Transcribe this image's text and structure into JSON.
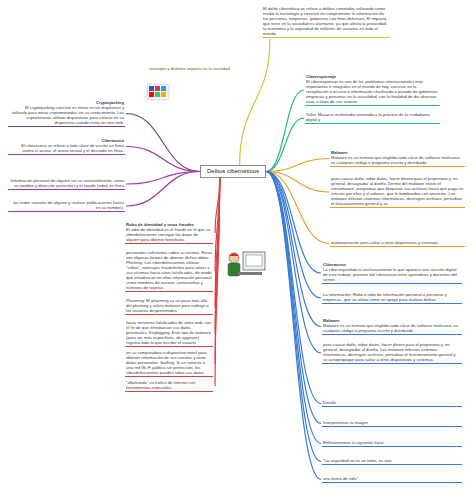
{
  "diagram": {
    "nodes": [
      {
        "text": [
          "Delitos cibernéticos"
        ]
      },
      {
        "text": [
          "El delito cibernético se refiere a delitos cometidos utilizando como medio la tecnología y consiste en comprometer la información de las personas, empresas, gobiernos con fines delictivos. El impacto que tiene en la sociedad es alarmante, ya que afecta la privacidad, la economía y la seguridad de millones de usuarios en todo el mundo."
        ]
      },
      {
        "text": [
          "Ciberespionaje",
          "El ciberespionaje es uno de los problemas internacionales más importantes e integrales en el mundo de hoy, consiste en la recopilación o acceso a información clasificada o privada de gobiernos, empresas y personas en la actualidad, con la finalidad de dar diversos usos a favor de sus autores."
        ]
      },
      {
        "text": [
          "Tallin: Masacre multimedia orientada a la práctica de la ciudadanía digital y"
        ]
      },
      {
        "text": [
          "Malware",
          "Malware es un término que engloba toda clase de software malicioso, es cualquier código o programa escrito y distribuido"
        ]
      },
      {
        "text": [
          "para causar daño, robar datos, hacer dinero para el propietario y, en general, desagradar al dueño. Dentro del malware existe el ransomware, programas que bloquean sus archivos hasta que paga un rescate por ellos y el adware, que le bombardea con anuncios. Los malware infectan sistemas informáticos, destruyen archivos, perturban el funcionamiento general y se"
        ]
      },
      {
        "text": [
          "automatización para saltar a otros dispositivos y sistemas."
        ]
      },
      {
        "text": [
          "Ciberacoso",
          "La ciberseguridad es exclusivamente lo que aparece una sección digital de este trabajo, prevenir del ciberacoso entre aprendices y docentes del centro."
        ]
      },
      {
        "text": [
          "La información: Robo o robo de información personal a personas y empresas, que se utiliza como un apoyo para realizar delitos."
        ]
      },
      {
        "text": [
          "Malware",
          "Malware es un término que engloba toda clase de software malicioso, es cualquier código o programa escrito y distribuido"
        ]
      },
      {
        "text": [
          "para causar daño, robar datos, hacer dinero para el propietario y, en general, desagradar al dueño. Los malware infectan sistemas informáticos, destruyen archivos, perturban el funcionamiento general y se autopropagan para saltar a otros dispositivos y sistemas."
        ]
      },
      {
        "text": [
          "Detalle."
        ]
      },
      {
        "text": [
          "Interpretemos la imagen"
        ]
      },
      {
        "text": [
          "Reflexionemos la siguiente frase"
        ]
      },
      {
        "text": [
          "“La seguridad no es un tema, es una"
        ]
      },
      {
        "text": [
          "una forma de vida”"
        ]
      },
      {
        "text": [
          "Cryptojacking",
          "El cryptojacking consiste en minar en un dispositivo y utilizarlo para minar criptomonedas sin su conocimiento. Los criptomineros utilizan dispositivos para colarse en su dispositivo cuando visita un sitio web."
        ]
      },
      {
        "text": [
          "Ciberacoso",
          "El ciberacoso se refiere a toda clase de acción en línea contra el acoso, el acoso sexual y el desnudo en línea."
        ]
      },
      {
        "text": [
          "Información personal de alguien sin su consentimiento, como su nombre y dirección particular) y el fraude (robo) en línea"
        ]
      },
      {
        "text": [
          "las redes sociales de alguien y realizar publicaciones falsas en su nombre)."
        ]
      },
      {
        "text": [
          "Robo de identidad y otros fraudes",
          "El robo de identidad es el fraude en el que un ciberdelincuente consigue los datos de alguien para obtener beneficios."
        ]
      },
      {
        "text": [
          "personales suficientes sobre su víctima. Estas son algunas formas de obtener dichos datos: Phishing. Los ciberdelincuentes utilizan “cebos”, mensajes fraudulentos para atraer a sus víctimas hacia sitios falsificados, de modo que introduzcan en ellos información personal como nombres de usuario, contraseñas y números de tarjetas."
        ]
      },
      {
        "text": [
          "Pharming: El pharming va un paso más allá del phishing y utiliza malware para redirigir a los usuarios desprevenidos"
        ]
      },
      {
        "text": [
          "hacia versiones falsificadas de sitios web, con el fin de que introduzcan sus datos personales. Keylogging: Este tipo de malware (para ser más específicos, de spyware) registra todo lo que escribe el usuario"
        ]
      },
      {
        "text": [
          "en su computadora o dispositivo móvil para obtener información de sus cuentas y otros datos personales. Sniffing: Si se conecta a una red Wi-Fi pública sin protección, los ciberdelincuentes pueden robar sus datos"
        ]
      },
      {
        "text": [
          "“olfateando” su tráfico de internet con herramientas especiales."
        ]
      }
    ],
    "edges": [
      {
        "from": 0,
        "to": 1,
        "arrow": "none",
        "label": "concepto y distintos impacto en la sociedad"
      },
      {
        "from": 0,
        "to": 2,
        "arrow": "none"
      },
      {
        "from": 0,
        "to": 3,
        "arrow": "none"
      },
      {
        "from": 0,
        "to": 4,
        "arrow": "none"
      },
      {
        "from": 0,
        "to": 5,
        "arrow": "none"
      },
      {
        "from": 0,
        "to": 6,
        "arrow": "none"
      },
      {
        "from": 0,
        "to": 7,
        "arrow": "none"
      },
      {
        "from": 0,
        "to": 8,
        "arrow": "none"
      },
      {
        "from": 0,
        "to": 9,
        "arrow": "none"
      },
      {
        "from": 0,
        "to": 10,
        "arrow": "none"
      },
      {
        "from": 0,
        "to": 11,
        "arrow": "none"
      },
      {
        "from": 0,
        "to": 12,
        "arrow": "none"
      },
      {
        "from": 0,
        "to": 13,
        "arrow": "none"
      },
      {
        "from": 0,
        "to": 14,
        "arrow": "none"
      },
      {
        "from": 0,
        "to": 15,
        "arrow": "none"
      },
      {
        "from": 0,
        "to": 16,
        "arrow": "none"
      },
      {
        "from": 0,
        "to": 17,
        "arrow": "none"
      },
      {
        "from": 0,
        "to": 18,
        "arrow": "none"
      },
      {
        "from": 0,
        "to": 19,
        "arrow": "none"
      },
      {
        "from": 0,
        "to": 20,
        "arrow": "none"
      },
      {
        "from": 0,
        "to": 21,
        "arrow": "none"
      },
      {
        "from": 0,
        "to": 22,
        "arrow": "none"
      },
      {
        "from": 0,
        "to": 23,
        "arrow": "none"
      },
      {
        "from": 0,
        "to": 24,
        "arrow": "none"
      },
      {
        "from": 0,
        "to": 25,
        "arrow": "none"
      }
    ]
  }
}
